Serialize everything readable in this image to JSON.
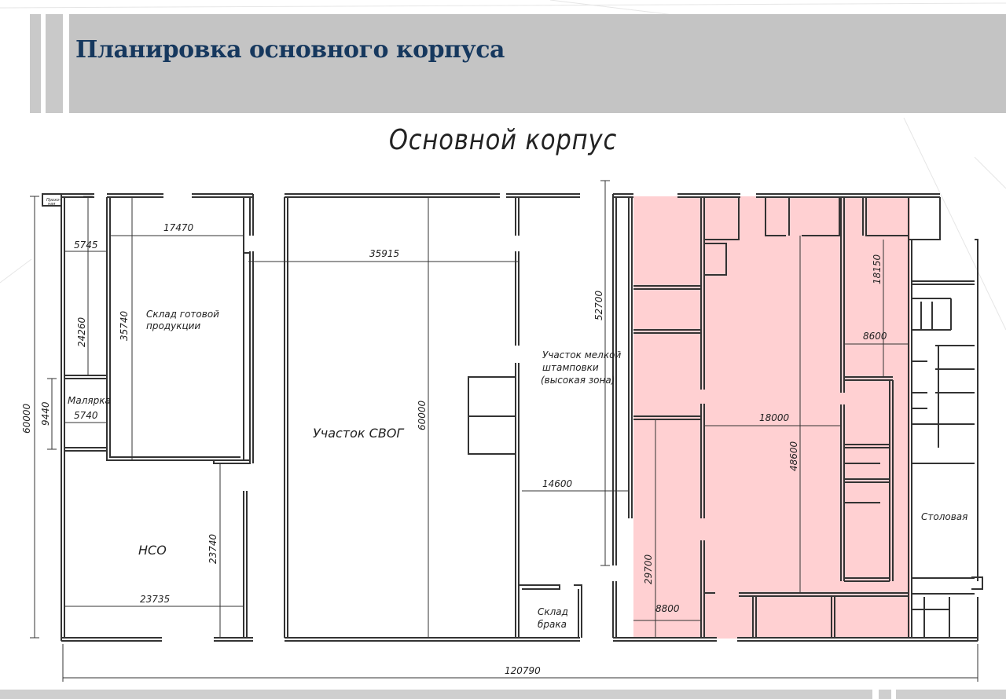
{
  "header": {
    "title": "Планировка основного корпуса"
  },
  "plan": {
    "title": "Основной корпус",
    "zones": {
      "storage_finished_1": "Склад готовой",
      "storage_finished_2": "продукции",
      "painting": "Малярка",
      "svog": "Участок СВОГ",
      "stamping_1": "Участок мелкой",
      "stamping_2": "штамповки",
      "stamping_3": "(высокая зона)",
      "nso": "НСО",
      "reject_1": "Склад",
      "reject_2": "брака",
      "canteen": "Столовая",
      "tiny_room_1": "Прохо-",
      "tiny_room_2": "ная"
    },
    "dimensions": {
      "d17470": "17470",
      "d35915": "35915",
      "d5745": "5745",
      "d24260": "24260",
      "d35740": "35740",
      "d52700": "52700",
      "d18150": "18150",
      "d8600": "8600",
      "d18000": "18000",
      "d48600": "48600",
      "d60000_left": "60000",
      "d9440": "9440",
      "d5740": "5740",
      "d60000_mid": "60000",
      "d14600": "14600",
      "d23740": "23740",
      "d23735": "23735",
      "d29700": "29700",
      "d8800": "8800",
      "d120790": "120790"
    },
    "highlight_color": "#ffd0d2"
  }
}
